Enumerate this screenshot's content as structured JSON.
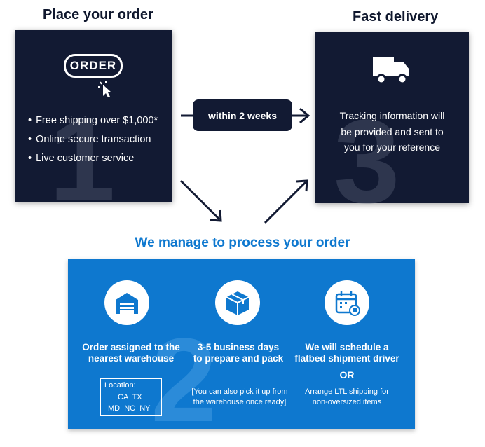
{
  "step1": {
    "title": "Place your order",
    "order_logo": "ORDER",
    "number": "1",
    "bullets": [
      "Free shipping over $1,000*",
      "Online secure transaction",
      "Live customer service"
    ]
  },
  "arrow_label": "within 2 weeks",
  "step3": {
    "title": "Fast delivery",
    "number": "3",
    "text_lines": [
      "Tracking information will",
      "be provided and sent to",
      "you for your reference"
    ]
  },
  "step2": {
    "heading": "We manage to process your order",
    "number": "2",
    "items": [
      {
        "icon": "warehouse-icon",
        "title_lines": [
          "Order assigned to the",
          "nearest warehouse"
        ]
      },
      {
        "icon": "package-icon",
        "title_lines": [
          "3-5 business days",
          "to prepare and pack"
        ],
        "note_lines": [
          "[You can also pick it up from",
          "the warehouse once ready]"
        ]
      },
      {
        "icon": "calendar-icon",
        "title_lines": [
          "We will schedule a",
          "flatbed shipment driver"
        ],
        "or": "OR",
        "note_lines": [
          "Arrange LTL shipping for",
          "non-oversized items"
        ]
      }
    ],
    "location": {
      "label": "Location:",
      "row1": "CA  TX",
      "row2": "MD  NC  NY"
    }
  },
  "colors": {
    "navy": "#121a33",
    "blue": "#0e78cf",
    "heading_blue": "#0e78cf"
  }
}
